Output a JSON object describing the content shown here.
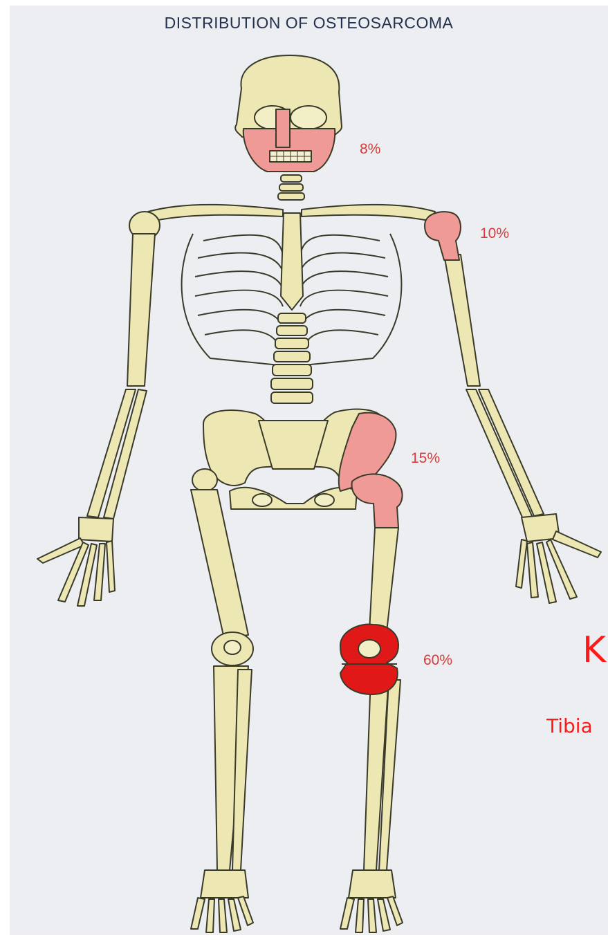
{
  "title": "DISTRIBUTION OF OSTEOSARCOMA",
  "labels": {
    "jaw": "8%",
    "humerus": "10%",
    "pelvis_femur": "15%",
    "knee": "60%"
  },
  "handwriting": {
    "k": "K",
    "tibia": "Tibia"
  },
  "colors": {
    "bone": "#ede7b4",
    "bone_outline": "#3a3a2a",
    "highlight_light": "#ef9a96",
    "highlight_knee": "#e01818",
    "label": "#d93a3a",
    "handwriting": "#ff1a1a"
  }
}
